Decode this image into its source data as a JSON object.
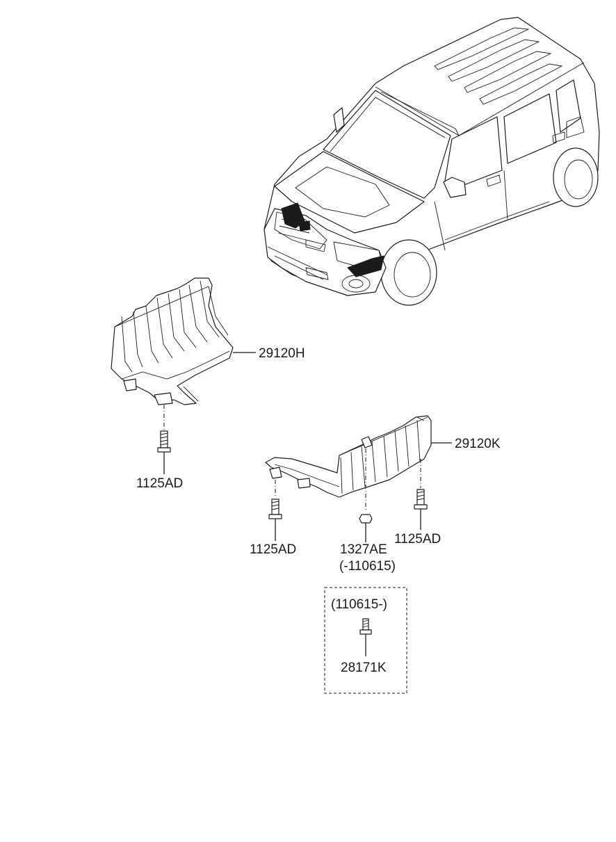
{
  "diagram": {
    "labels": {
      "p29120H": "29120H",
      "p29120K": "29120K",
      "bolt_left": "1125AD",
      "bolt_mid": "1125AD",
      "bolt_right": "1125AD",
      "nut": "1327AE",
      "nut_note": "(-110615)",
      "box_note": "(110615-)",
      "clip": "28171K"
    }
  }
}
